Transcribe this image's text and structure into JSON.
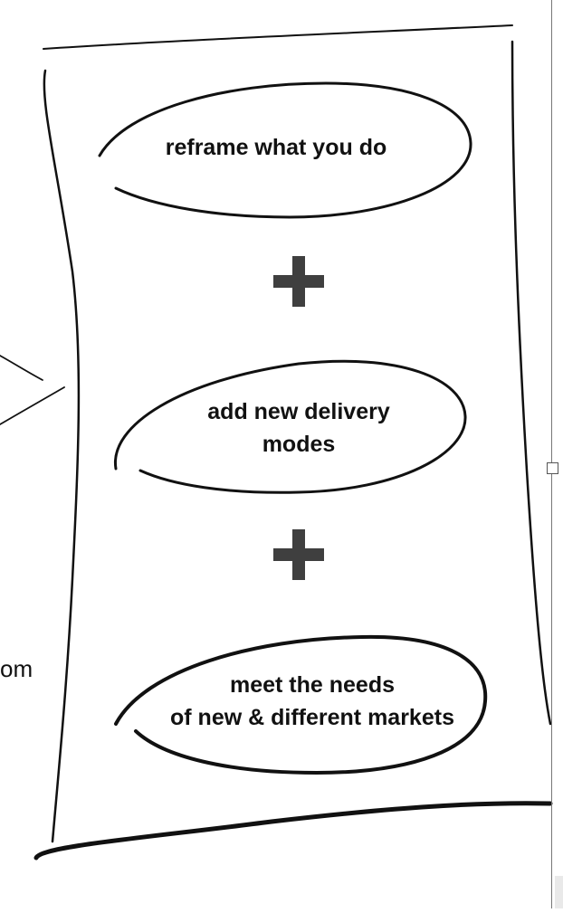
{
  "diagram": {
    "steps": [
      {
        "lines": [
          "reframe what you do"
        ]
      },
      {
        "lines": [
          "add new delivery",
          "modes"
        ]
      },
      {
        "lines": [
          "meet the needs",
          "of new &  different markets"
        ]
      }
    ],
    "operator_icon": "plus-icon",
    "partial_left_text": "om"
  }
}
